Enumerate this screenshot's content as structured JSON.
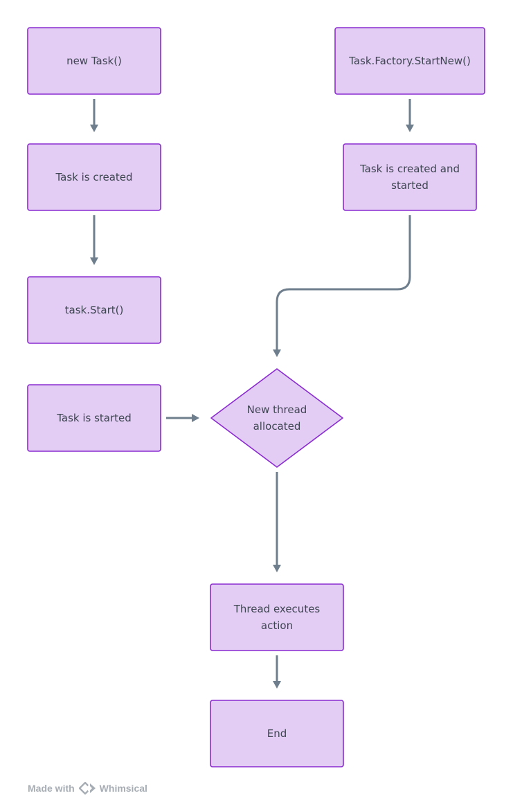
{
  "diagram": {
    "nodes": [
      {
        "id": "new-task",
        "shape": "rect",
        "lines": [
          "new Task()"
        ]
      },
      {
        "id": "task-factory-startnew",
        "shape": "rect",
        "lines": [
          "Task.Factory.StartNew()"
        ]
      },
      {
        "id": "task-is-created",
        "shape": "rect",
        "lines": [
          "Task is created"
        ]
      },
      {
        "id": "task-is-created-and-started",
        "shape": "rect",
        "lines": [
          "Task is created and",
          "started"
        ]
      },
      {
        "id": "task-start",
        "shape": "rect",
        "lines": [
          "task.Start()"
        ]
      },
      {
        "id": "task-is-started",
        "shape": "rect",
        "lines": [
          "Task is started"
        ]
      },
      {
        "id": "new-thread-allocated",
        "shape": "diamond",
        "lines": [
          "New thread",
          "allocated"
        ]
      },
      {
        "id": "thread-executes-action",
        "shape": "rect",
        "lines": [
          "Thread executes",
          "action"
        ]
      },
      {
        "id": "end",
        "shape": "rect",
        "lines": [
          "End"
        ]
      }
    ],
    "edges": [
      {
        "from": "new-task",
        "to": "task-is-created"
      },
      {
        "from": "task-is-created",
        "to": "task-start"
      },
      {
        "from": "task-factory-startnew",
        "to": "task-is-created-and-started"
      },
      {
        "from": "task-is-created-and-started",
        "to": "new-thread-allocated"
      },
      {
        "from": "task-is-started",
        "to": "new-thread-allocated"
      },
      {
        "from": "new-thread-allocated",
        "to": "thread-executes-action"
      },
      {
        "from": "thread-executes-action",
        "to": "end"
      }
    ],
    "colors": {
      "node_fill": "#e4cdf5",
      "node_stroke": "#8a2bcf",
      "connector": "#6e7e8c",
      "text": "#3d4550"
    }
  },
  "watermark": {
    "made_with": "Made with",
    "brand": "Whimsical",
    "logo_icon": "whimsical-logo-icon"
  }
}
